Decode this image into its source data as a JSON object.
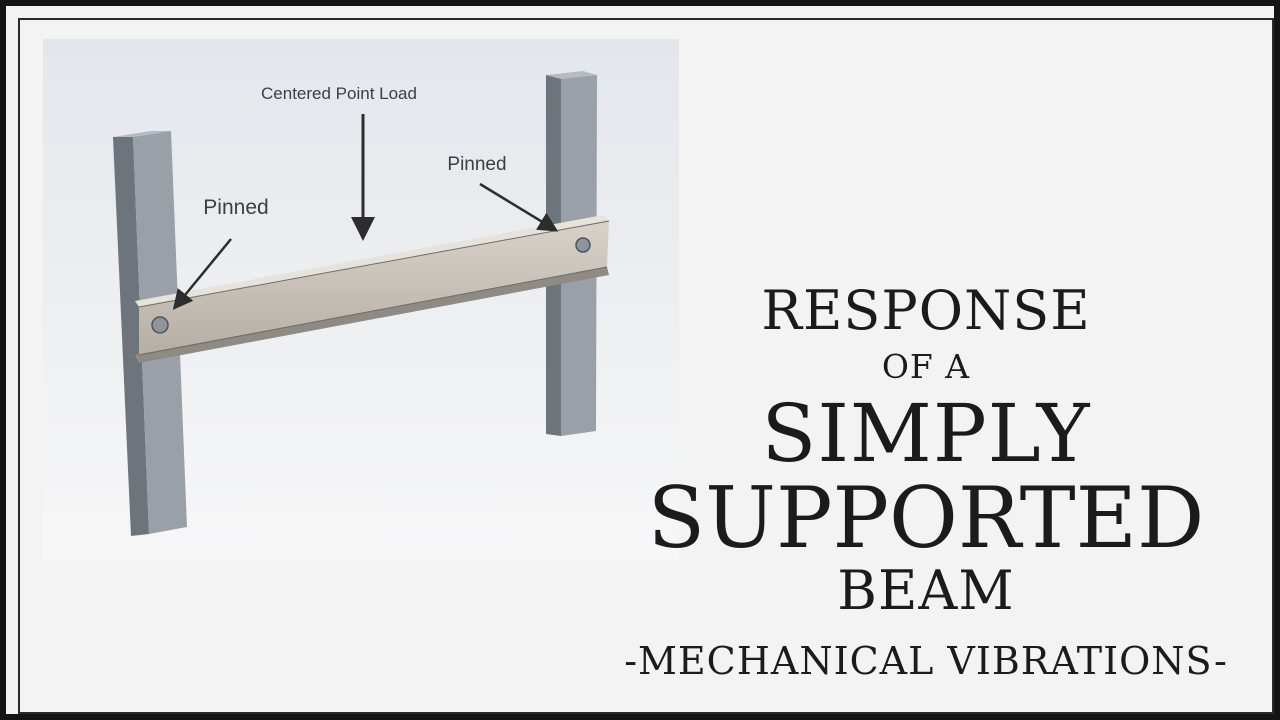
{
  "diagram": {
    "load_label": "Centered Point Load",
    "left_support_label": "Pinned",
    "right_support_label": "Pinned"
  },
  "title": {
    "line1": "RESPONSE",
    "line2": "OF A",
    "line3": "SIMPLY",
    "line4": "SUPPORTED",
    "line5": "BEAM",
    "subtitle": "-MECHANICAL VIBRATIONS-"
  },
  "colors": {
    "background": "#f3f3f3",
    "frame": "#141414",
    "text": "#1b1b1b",
    "column": "#8a9099",
    "beam": "#c9c3bb"
  }
}
